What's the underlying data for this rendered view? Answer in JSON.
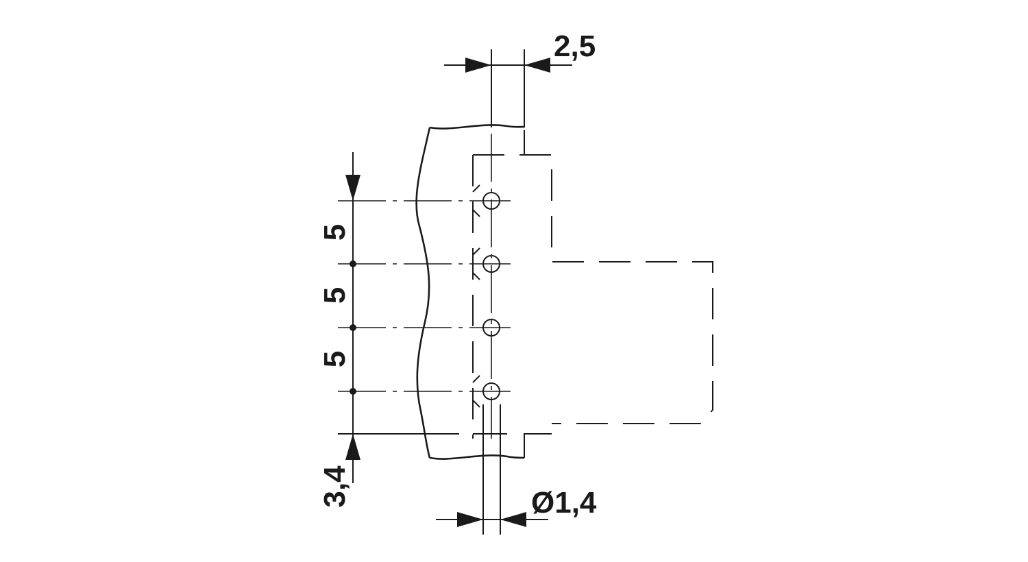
{
  "drawing": {
    "dimensions": {
      "pin_offset": "2,5",
      "pitch_1": "5",
      "pitch_2": "5",
      "pitch_3": "5",
      "edge_offset": "3,4",
      "hole_diameter": "Ø1,4"
    },
    "pin_count": 4
  }
}
